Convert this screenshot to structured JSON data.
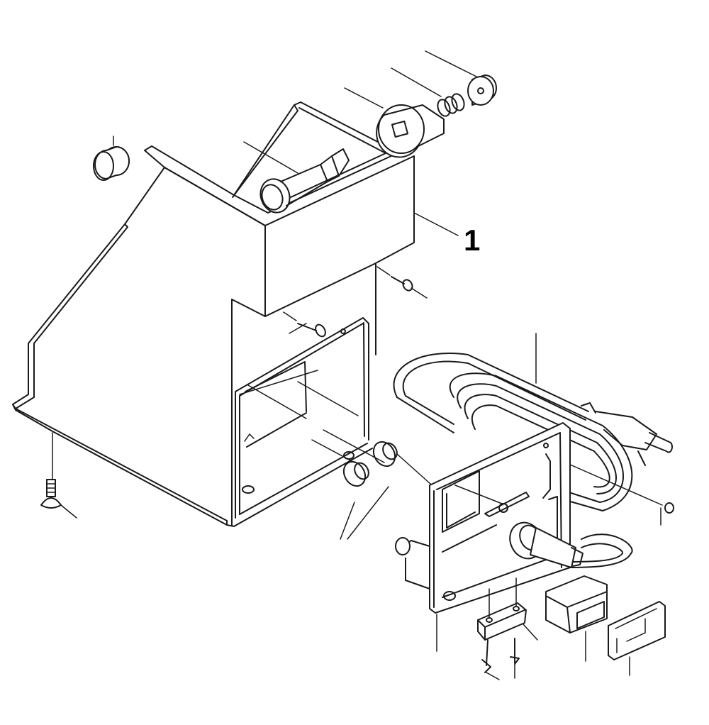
{
  "diagram": {
    "type": "exploded-parts-view",
    "callouts": [
      {
        "id": "callout-1",
        "label": "1",
        "refers_to": "housing-top-box"
      }
    ],
    "parts": [
      "cap-knob-left",
      "bracket-frame",
      "tube-holder",
      "round-cam-block",
      "spring",
      "end-cap",
      "housing-top-box",
      "housing-main-body",
      "base-flange",
      "screw-base",
      "screw-upper-right",
      "screw-upper-left",
      "ferrite-rings",
      "coiled-power-cord",
      "plug",
      "front-panel-plate",
      "cable-gland",
      "rocker-switch",
      "label-plate",
      "terminal-block",
      "small-screws",
      "side-knob",
      "panel-screw"
    ],
    "colors": {
      "line": "#1a1a1a",
      "background": "#ffffff"
    }
  }
}
